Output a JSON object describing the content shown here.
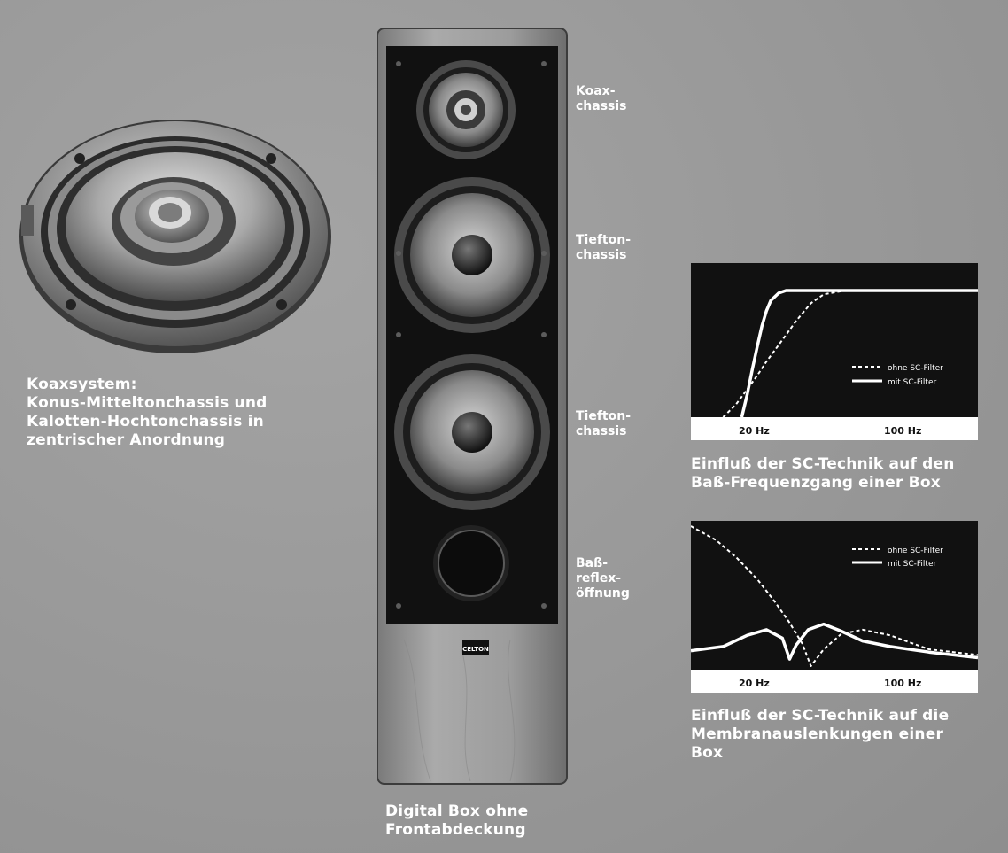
{
  "koax_caption": "Koaxsystem:\nKonus-Mitteltonchassis und\nKalotten-Hochtonchassis in\nzentrischer Anordnung",
  "box_caption": "Digital Box ohne\nFrontabdeckung",
  "brand": "CELTON",
  "labels": {
    "koax": "Koax-\nchassis",
    "tiefton1": "Tiefton-\nchassis",
    "tiefton2": "Tiefton-\nchassis",
    "bassreflex": "Baß-\nreflex-\nöffnung"
  },
  "chart_data": [
    {
      "type": "line",
      "title": "Einfluß der SC-Technik auf den\nBaß-Frequenzgang einer Box",
      "x_tick_labels": [
        "20 Hz",
        "100 Hz"
      ],
      "legend_position": "right",
      "series": [
        {
          "name": "ohne SC-Filter",
          "style": "dashed",
          "x": [
            14,
            16,
            18,
            20,
            22,
            25,
            30,
            35,
            40,
            50,
            100,
            200
          ],
          "y": [
            0.0,
            0.1,
            0.22,
            0.33,
            0.44,
            0.57,
            0.76,
            0.9,
            0.97,
            1.0,
            1.0,
            1.0
          ]
        },
        {
          "name": "mit SC-Filter",
          "style": "solid",
          "x": [
            17,
            18,
            19,
            20,
            21,
            22,
            23,
            25,
            27,
            30,
            35,
            100,
            200
          ],
          "y": [
            0.0,
            0.18,
            0.38,
            0.56,
            0.72,
            0.84,
            0.92,
            0.98,
            1.0,
            1.0,
            1.0,
            1.0,
            1.0
          ]
        }
      ]
    },
    {
      "type": "line",
      "title": "Einfluß der SC-Technik auf die\nMembranauslenkungen einer\nBox",
      "x_tick_labels": [
        "20 Hz",
        "100 Hz"
      ],
      "legend_position": "top-right",
      "series": [
        {
          "name": "ohne SC-Filter",
          "style": "dashed",
          "x": [
            10,
            13,
            16,
            20,
            24,
            28,
            32,
            35,
            40,
            48,
            60,
            80,
            120,
            200
          ],
          "y": [
            1.0,
            0.9,
            0.78,
            0.62,
            0.46,
            0.31,
            0.16,
            0.0,
            0.12,
            0.23,
            0.26,
            0.22,
            0.12,
            0.08
          ]
        },
        {
          "name": "mit SC-Filter",
          "style": "solid",
          "x": [
            10,
            14,
            18,
            22,
            26,
            28,
            30,
            34,
            40,
            48,
            60,
            80,
            120,
            200
          ],
          "y": [
            0.11,
            0.14,
            0.22,
            0.26,
            0.2,
            0.05,
            0.15,
            0.26,
            0.3,
            0.25,
            0.18,
            0.14,
            0.1,
            0.06
          ]
        }
      ]
    }
  ]
}
